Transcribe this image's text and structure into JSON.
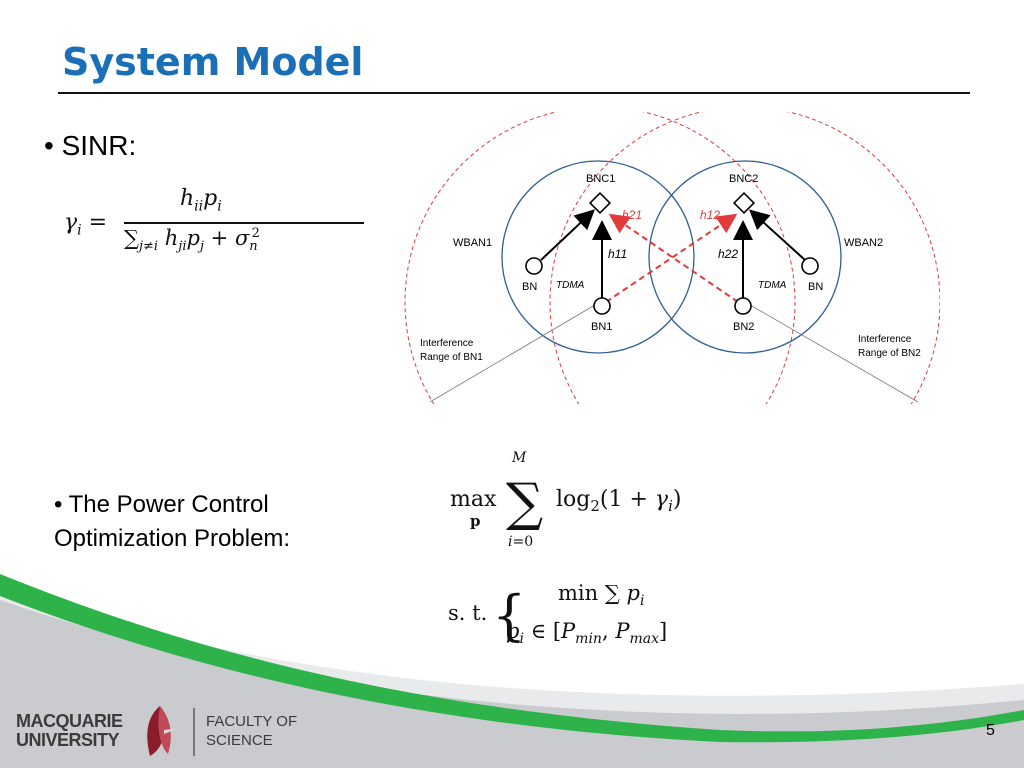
{
  "slide": {
    "title": "System Model",
    "bullet1": "• SINR:",
    "bullet2_line1": "• The Power Control",
    "bullet2_line2": "Optimization Problem:",
    "page_number": "5"
  },
  "sinr_formula": {
    "lhs": "γi =",
    "numerator": "hii pi",
    "denominator": "∑j≠i hji pj + σn²"
  },
  "optimization": {
    "objective": "max p ∑ i=0..M log2(1 + γi)",
    "st_label": "s. t.",
    "constraint1": "min ∑ pi",
    "constraint2": "pi ∈ [Pmin, Pmax]"
  },
  "diagram": {
    "bnc1": "BNC1",
    "bnc2": "BNC2",
    "wban1": "WBAN1",
    "wban2": "WBAN2",
    "bn1": "BN1",
    "bn2": "BN2",
    "bn_left": "BN",
    "bn_right": "BN",
    "tdma_left": "TDMA",
    "tdma_right": "TDMA",
    "h11": "h11",
    "h22": "h22",
    "h21": "h21",
    "h12": "h12",
    "interference1_line1": "Interference",
    "interference1_line2": "Range of BN1",
    "interference2_line1": "Interference",
    "interference2_line2": "Range of BN2"
  },
  "footer": {
    "university_line1": "MACQUARIE",
    "university_line2": "UNIVERSITY",
    "faculty_line1": "FACULTY OF",
    "faculty_line2": "SCIENCE"
  },
  "colors": {
    "title": "#1a6fb7",
    "circle": "#2f5f94",
    "interference": "#e23b3b",
    "green": "#2db34a",
    "grey_band": "#c9cbce"
  }
}
